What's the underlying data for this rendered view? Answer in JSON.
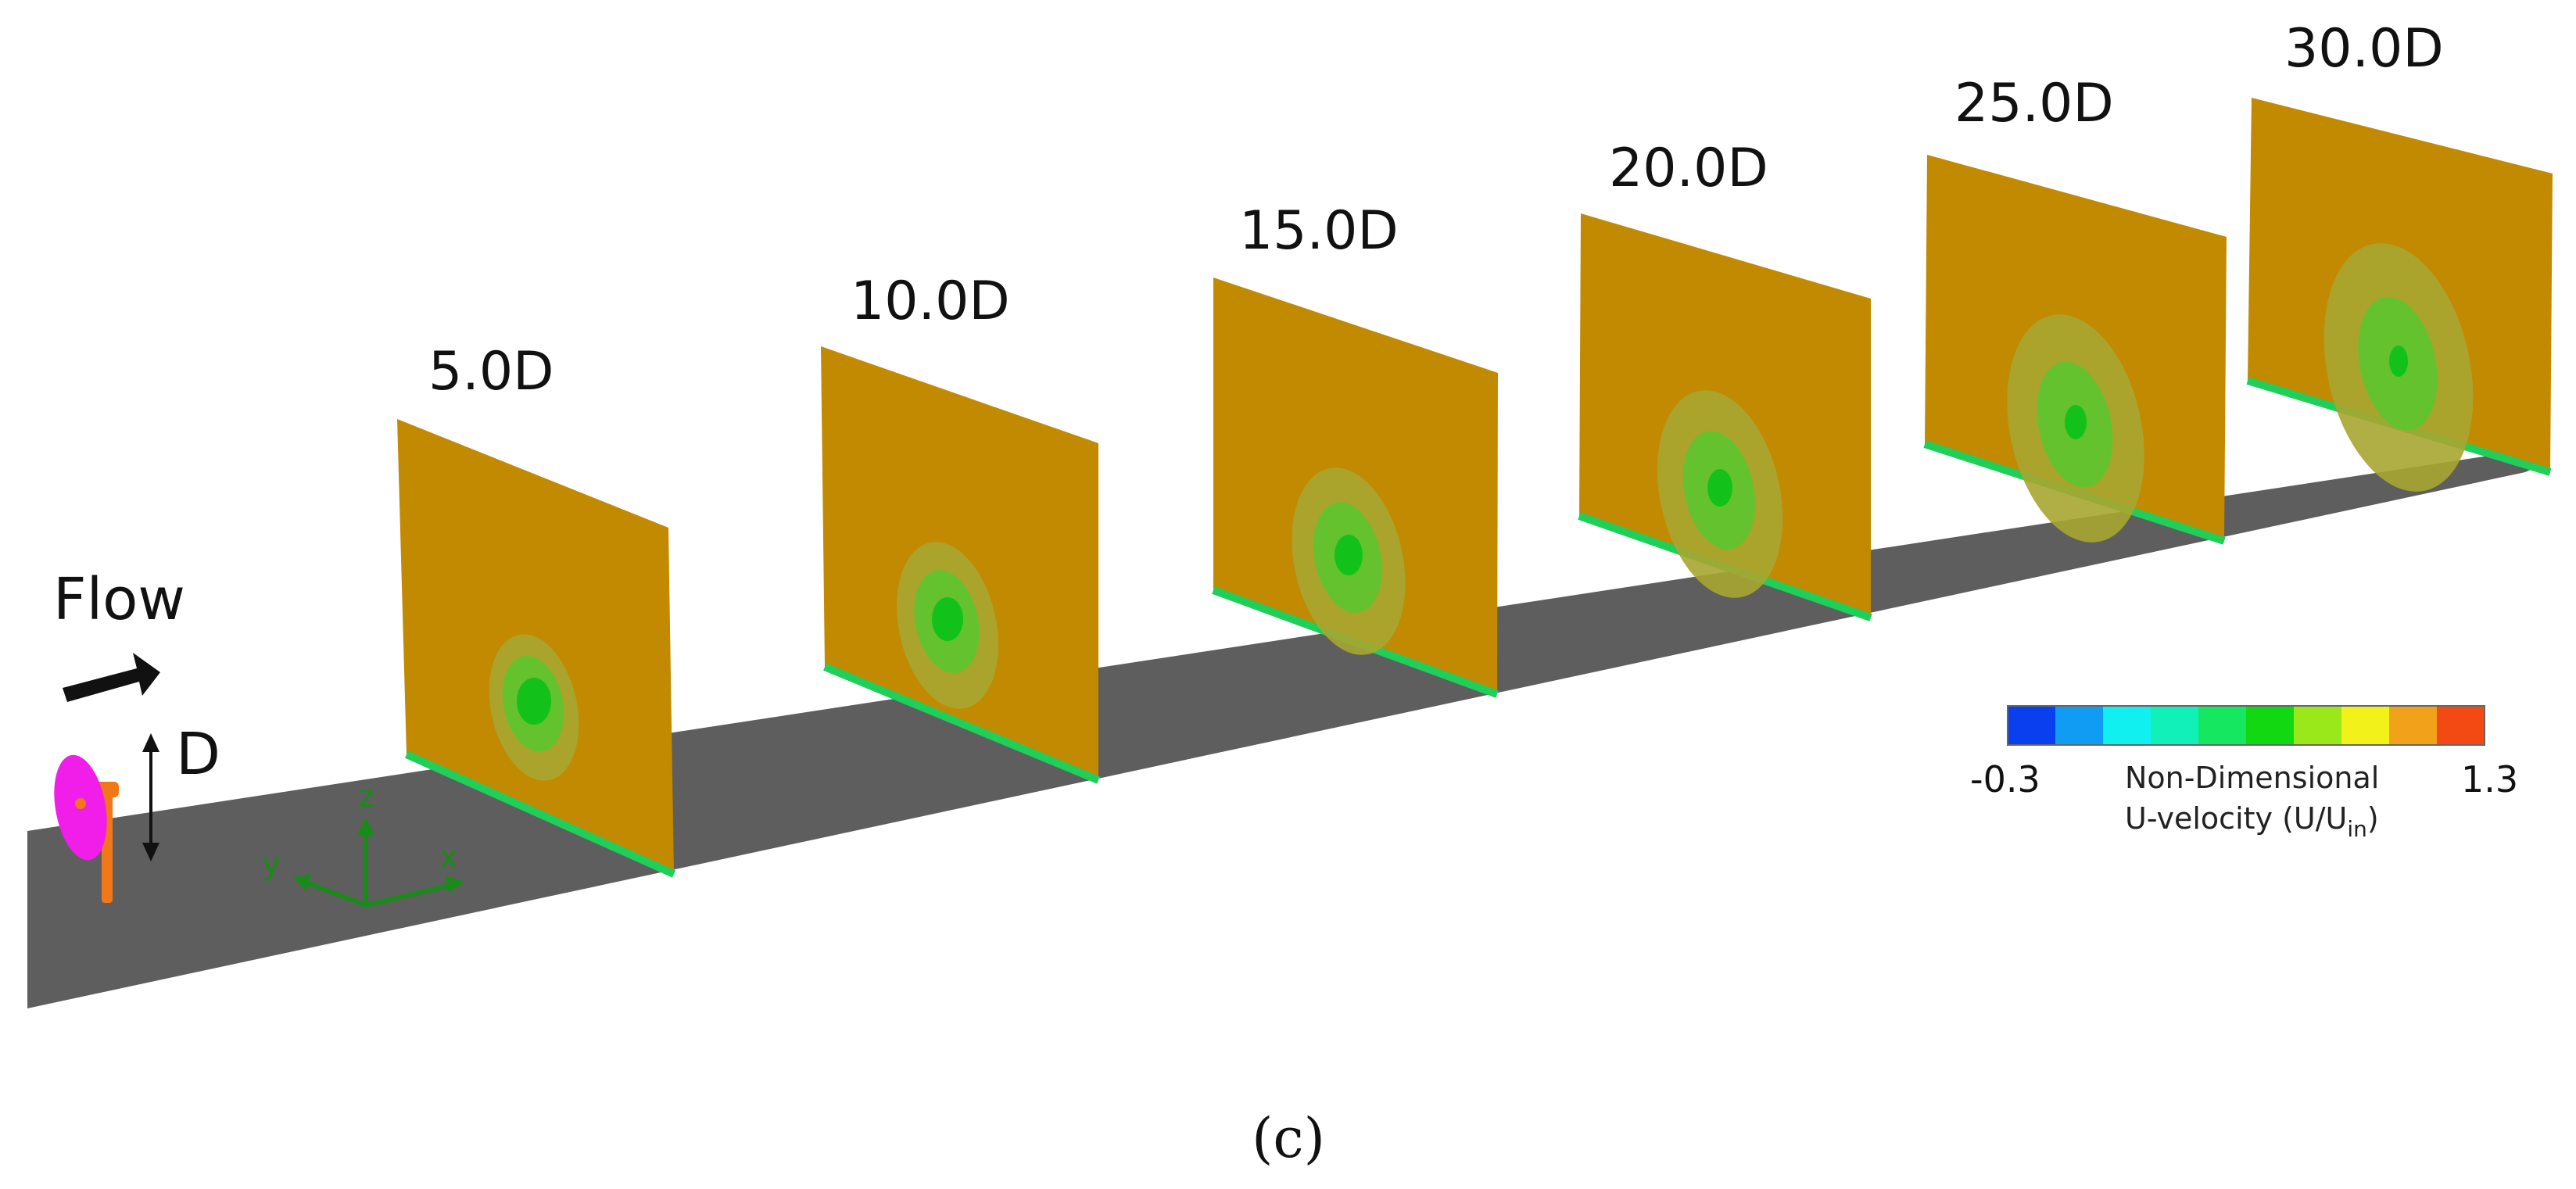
{
  "figure": {
    "flow_label": "Flow",
    "diameter_label": "D",
    "caption": "(c)"
  },
  "axes": {
    "x": "x",
    "y": "y",
    "z": "z",
    "color": "#1a8a1a"
  },
  "planes": [
    {
      "label": "5.0D"
    },
    {
      "label": "10.0D"
    },
    {
      "label": "15.0D"
    },
    {
      "label": "20.0D"
    },
    {
      "label": "25.0D"
    },
    {
      "label": "30.0D"
    }
  ],
  "colorbar": {
    "min_label": "-0.3",
    "max_label": "1.3",
    "title_line1": "Non-Dimensional",
    "title_line2_prefix": "U-velocity (U/U",
    "title_line2_subscript": "in",
    "title_line2_suffix": ")",
    "min": -0.3,
    "max": 1.3,
    "colors": [
      "#0a3ff0",
      "#0f9cf2",
      "#10f0f0",
      "#10f0b8",
      "#15e860",
      "#12d812",
      "#9be81a",
      "#f2f21a",
      "#f2a21a",
      "#f24a12"
    ]
  },
  "colors": {
    "ground": "#5e5e5e",
    "plane_fill": "#c28a00",
    "wake_outer": "#a7a631",
    "wake_mid": "#5cc52f",
    "wake_core": "#12c21a",
    "plane_edge": "#1fcf59",
    "rotor": "#f01ee8",
    "tower": "#f07818"
  }
}
